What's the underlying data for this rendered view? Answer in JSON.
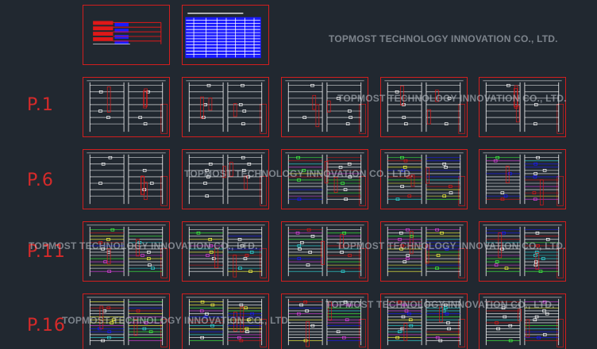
{
  "page_labels": [
    "P.1",
    "P.6",
    "P.11",
    "P.16"
  ],
  "watermark": "TOPMOST TECHNOLOGY INNOVATION CO., LTD.",
  "colors": {
    "background": "#212830",
    "frame": "#d21e1e",
    "wire": "#ffffff",
    "accent_blue": "#1a1aff",
    "accent_red": "#e01818",
    "watermark": "#c8cdd7"
  },
  "sheets": {
    "cover": [
      "title-block",
      "index-table"
    ],
    "rows": [
      [
        "schematic-p1",
        "schematic-p2",
        "schematic-p3",
        "schematic-p4",
        "schematic-p5"
      ],
      [
        "schematic-p6",
        "schematic-p7",
        "schematic-p8",
        "schematic-p9",
        "schematic-p10"
      ],
      [
        "schematic-p11",
        "schematic-p12",
        "schematic-p13",
        "schematic-p14",
        "schematic-p15"
      ],
      [
        "schematic-p16",
        "schematic-p17",
        "schematic-p18",
        "schematic-p19",
        "schematic-p20"
      ]
    ]
  }
}
